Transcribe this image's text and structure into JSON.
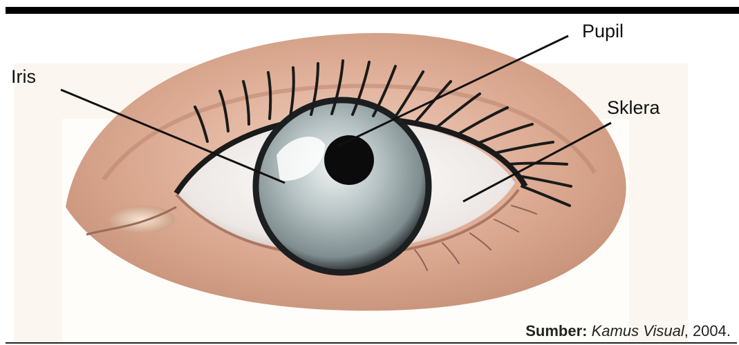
{
  "labels": {
    "pupil": "Pupil",
    "iris": "Iris",
    "sklera": "Sklera"
  },
  "source": {
    "prefix": "Sumber:",
    "title": "Kamus Visual",
    "year": ", 2004."
  },
  "colors": {
    "skin": "#d9a58f",
    "skin_shadow": "#b7826d",
    "iris": "#aeb9ba",
    "pupil": "#0b0b0b",
    "sclera": "#f4f1ee",
    "lashes": "#1a1a1a"
  }
}
